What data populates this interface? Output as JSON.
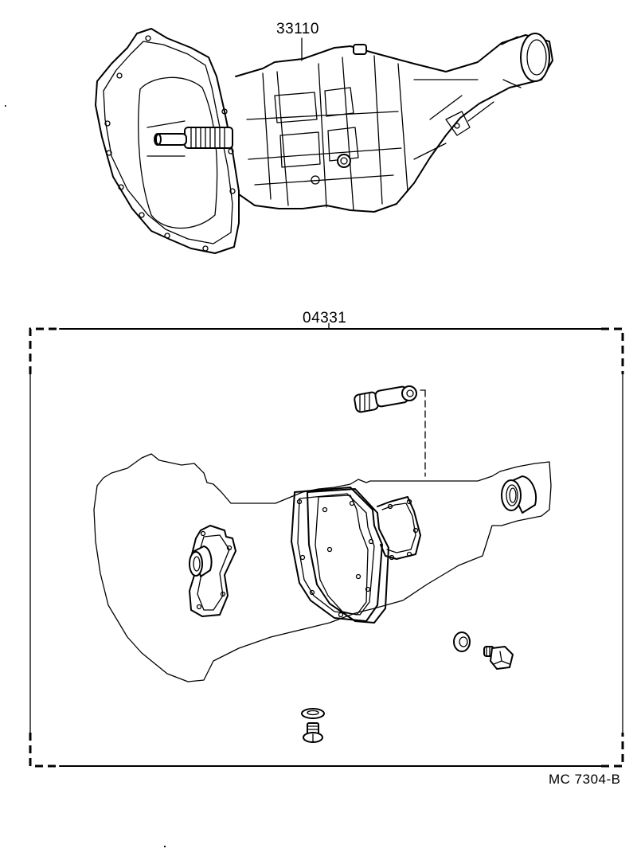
{
  "diagram": {
    "type": "exploded-parts-diagram",
    "figure_code": "MC 7304-B",
    "parts": [
      {
        "part_number": "33110",
        "description": "Transmission assembly (manual)",
        "position": "top"
      },
      {
        "part_number": "04331",
        "description": "Gasket / overhaul kit (enclosed in dashed box)",
        "position": "bottom",
        "components": [
          "speedometer driven gear sleeve",
          "rear extension oil seal",
          "front bearing retainer oil seal with gasket",
          "case gaskets (intermediate plate)",
          "extension housing gasket / cover gasket",
          "drain plug gasket",
          "drain plug",
          "filler plug gasket",
          "filler plug"
        ]
      }
    ]
  },
  "labels": {
    "transmission_assembly": "33110",
    "gasket_kit": "04331",
    "figure_code": "MC 7304-B"
  }
}
